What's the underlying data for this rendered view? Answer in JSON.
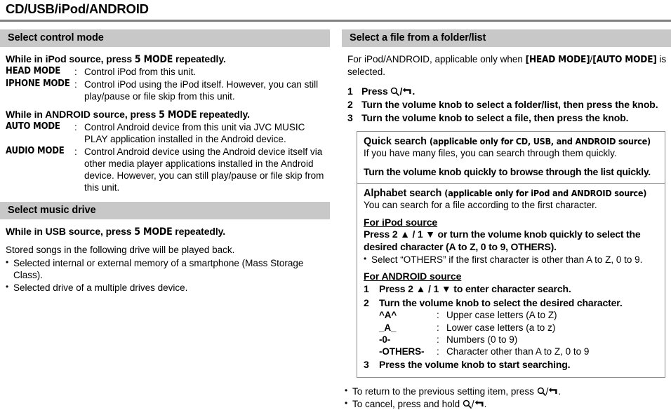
{
  "page": {
    "title": "CD/USB/iPod/ANDROID"
  },
  "icons": {
    "search": "search-icon",
    "return": "return-arrow-icon",
    "slash": "/",
    "bullet": "•",
    "up_triangle": "▲",
    "down_triangle": "▼",
    "colon": ":"
  },
  "left_column": {
    "sections": [
      {
        "heading": "Select control mode",
        "lead_ipod": {
          "pre": "While in iPod source, press ",
          "key": "5 MODE",
          "post": " repeatedly."
        },
        "ipod_modes": [
          {
            "term": "HEAD MODE",
            "desc": "Control iPod from this unit."
          },
          {
            "term": "IPHONE MODE",
            "desc": "Control iPod using the iPod itself. However, you can still play/pause or file skip from this unit."
          }
        ],
        "lead_android": {
          "pre": "While in ANDROID source, press ",
          "key": "5 MODE",
          "post": " repeatedly."
        },
        "android_modes": [
          {
            "term": "AUTO MODE",
            "desc": "Control Android device from this unit via JVC MUSIC PLAY application installed in the Android device."
          },
          {
            "term": "AUDIO MODE",
            "desc": "Control Android device using the Android device itself via other media player applications installed in the Android device. However, you can still play/pause or file skip from this unit."
          }
        ]
      },
      {
        "heading": "Select music drive",
        "lead_usb": {
          "pre": "While in USB source, press ",
          "key": "5 MODE",
          "post": " repeatedly."
        },
        "intro": "Stored songs in the following drive will be played back.",
        "bullets": [
          "Selected internal or external memory of a smartphone (Mass Storage Class).",
          "Selected drive of a multiple drives device."
        ]
      }
    ]
  },
  "right_column": {
    "heading": "Select a file from a folder/list",
    "intro": {
      "pre": "For iPod/ANDROID, applicable only when ",
      "key1": "[HEAD MODE]",
      "mid": "/",
      "key2": "[AUTO MODE]",
      "post": " is selected."
    },
    "steps": [
      {
        "num": "1",
        "text_pre": "Press ",
        "has_icon": true,
        "text_post": "."
      },
      {
        "num": "2",
        "text_pre": "Turn the volume knob to select a folder/list, then press the knob.",
        "has_icon": false,
        "text_post": ""
      },
      {
        "num": "3",
        "text_pre": "Turn the volume knob to select a file, then press the knob.",
        "has_icon": false,
        "text_post": ""
      }
    ],
    "search_box": {
      "quick": {
        "title": "Quick search",
        "note": "(applicable only for CD, USB, and ANDROID source)",
        "body": "If you have many files, you can search through them quickly.",
        "bold": "Turn the volume knob quickly to browse through the list quickly."
      },
      "alphabet": {
        "title": "Alphabet search",
        "note": "(applicable only for iPod and ANDROID source)",
        "body": "You can search for a file according to the first character.",
        "ipod": {
          "subhead": "For iPod source",
          "line1_a": "Press 2 ",
          "line1_b": " / 1 ",
          "line1_c": " or turn the volume knob quickly to select the desired character (A to Z, 0 to 9, OTHERS).",
          "bullet": "Select “OTHERS” if the first character is other than A to Z, 0 to 9."
        },
        "android": {
          "subhead": "For ANDROID source",
          "step1": {
            "num": "1",
            "a": "Press 2 ",
            "b": " / 1 ",
            "c": " to enter character search."
          },
          "step2": {
            "num": "2",
            "text": "Turn the volume knob to select the desired character."
          },
          "char_rows": [
            {
              "term": "^A^",
              "desc": "Upper case letters (A to Z)"
            },
            {
              "term": "_A_",
              "desc": "Lower case letters (a to z)"
            },
            {
              "term": "-0-",
              "desc": "Numbers (0 to 9)"
            },
            {
              "term": "-OTHERS-",
              "desc": "Character other than A to Z, 0 to 9"
            }
          ],
          "step3": {
            "num": "3",
            "text": "Press the volume knob to start searching."
          }
        }
      }
    },
    "footnotes": [
      {
        "pre": "To return to the previous setting item, press ",
        "has_icon": true,
        "post": "."
      },
      {
        "pre": "To cancel, press and hold ",
        "has_icon": true,
        "post": "."
      }
    ]
  },
  "colors": {
    "section_bar_bg": "#c8c8c8",
    "rule": "#808080",
    "box_border": "#8a8a8a",
    "text": "#000000"
  }
}
